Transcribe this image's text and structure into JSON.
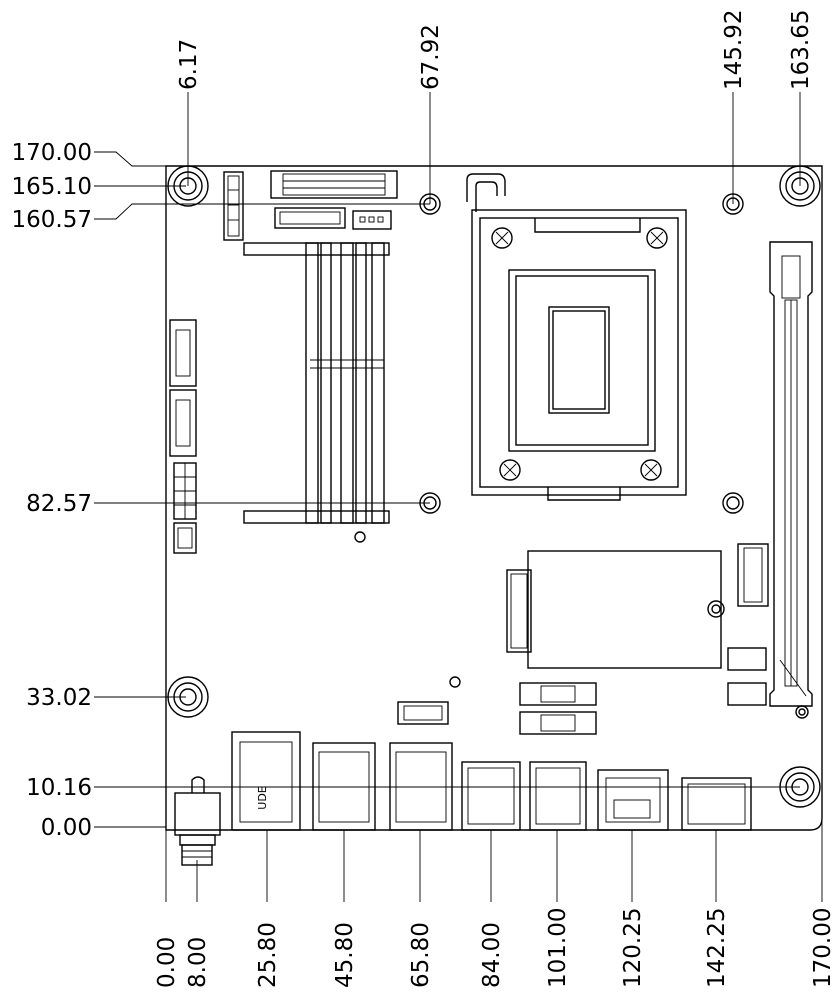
{
  "drawing": {
    "left_dimensions": [
      "170.00",
      "165.10",
      "160.57",
      "82.57",
      "33.02",
      "10.16",
      "0.00"
    ],
    "top_dimensions": [
      "6.17",
      "67.92",
      "145.92",
      "163.65"
    ],
    "bottom_dimensions": [
      "0.00",
      "8.00",
      "25.80",
      "45.80",
      "65.80",
      "84.00",
      "101.00",
      "120.25",
      "142.25",
      "170.00"
    ],
    "port_marking": "UDE"
  }
}
